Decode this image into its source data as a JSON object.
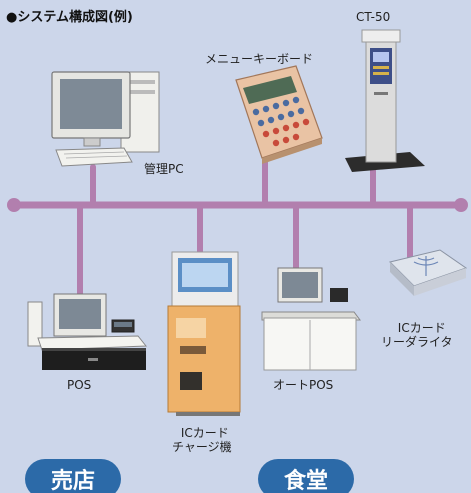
{
  "title": "●システム構成図(例)",
  "nodes": {
    "pc": "管理PC",
    "menu_keyboard": "メニューキーボード",
    "ct50": "CT-50",
    "pos": "POS",
    "ic_charger": [
      "ICカード",
      "チャージ機"
    ],
    "auto_pos": "オートPOS",
    "ic_reader": [
      "ICカード",
      "リーダライタ"
    ]
  },
  "areas": {
    "shop": "売店",
    "cafeteria": "食堂"
  },
  "colors": {
    "background": "#ccd6ea",
    "network_line": "#b27fae",
    "area_pill": "#2c6aa8"
  }
}
